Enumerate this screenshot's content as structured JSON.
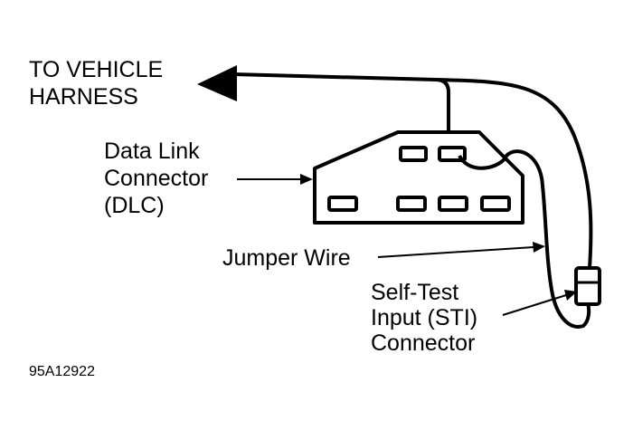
{
  "labels": {
    "vehicle_harness": {
      "line1": "TO VEHICLE",
      "line2": "HARNESS"
    },
    "dlc": {
      "line1": "Data Link",
      "line2": "Connector",
      "line3": "(DLC)"
    },
    "jumper_wire": "Jumper Wire",
    "sti": {
      "line1": "Self-Test",
      "line2": "Input (STI)",
      "line3": "Connector"
    }
  },
  "figure_id": "95A12922",
  "colors": {
    "ink": "#000000",
    "background": "#ffffff"
  }
}
